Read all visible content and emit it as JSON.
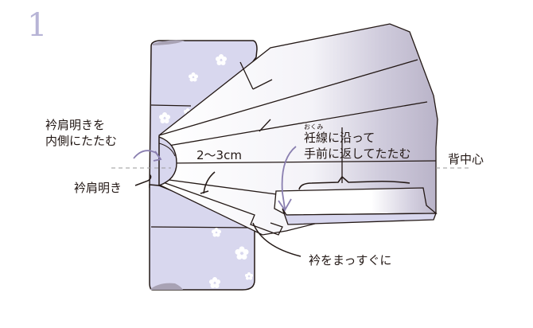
{
  "figure": {
    "step_number": "1",
    "colors": {
      "fabric": "#d8d7ee",
      "fabric_shadow": "#a8a2b4",
      "outline": "#231815",
      "arrow": "#8a7fb0",
      "step_number": "#b7b4d6",
      "center_line": "#9a9a9a"
    },
    "labels": {
      "fold_collar_line1": "衿肩明きを",
      "fold_collar_line2": "内側にたたむ",
      "collar_opening": "衿肩明き",
      "measurement": "2〜3cm",
      "okumi_ruby": "おくみ",
      "okumi_line1": "衽線に沿って",
      "okumi_line2": "手前に返してたたむ",
      "back_center": "背中心",
      "straighten_collar": "衿をまっすぐに"
    }
  }
}
